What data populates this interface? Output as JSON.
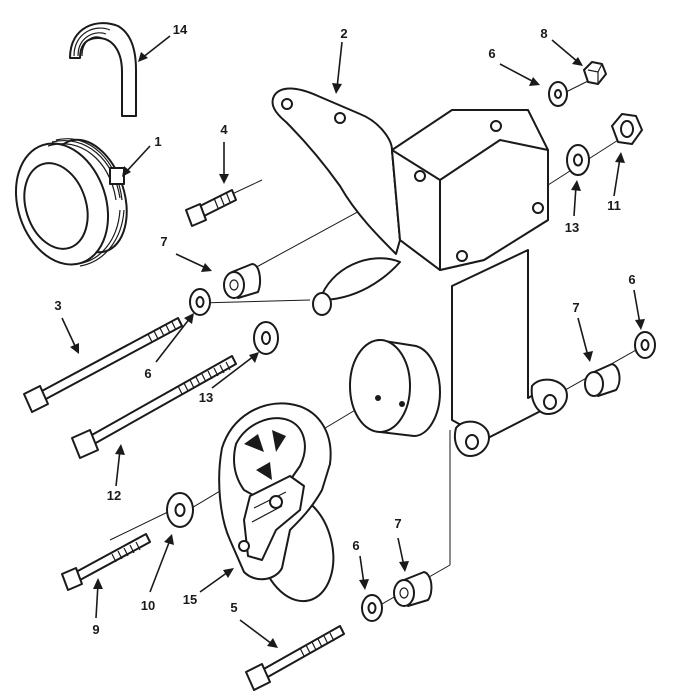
{
  "callouts": {
    "c1": "1",
    "c2": "2",
    "c3": "3",
    "c4": "4",
    "c5": "5",
    "c6a": "6",
    "c6b": "6",
    "c6c": "6",
    "c6d": "6",
    "c7a": "7",
    "c7b": "7",
    "c7c": "7",
    "c8": "8",
    "c9": "9",
    "c10": "10",
    "c11": "11",
    "c12": "12",
    "c13a": "13",
    "c13b": "13",
    "c14": "14",
    "c15": "15"
  },
  "colors": {
    "line": "#1a1a1a",
    "background": "#ffffff"
  }
}
